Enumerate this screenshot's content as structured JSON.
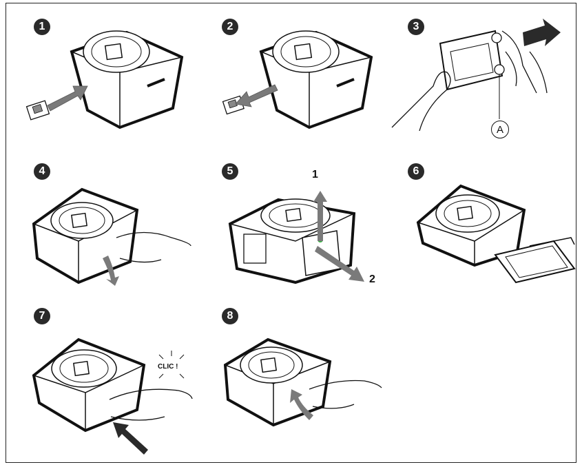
{
  "steps": [
    {
      "number": "1"
    },
    {
      "number": "2"
    },
    {
      "number": "3",
      "callout": "A"
    },
    {
      "number": "4"
    },
    {
      "number": "5",
      "arrow_labels": [
        "1",
        "2"
      ]
    },
    {
      "number": "6"
    },
    {
      "number": "7",
      "sound_text": "CLIC !"
    },
    {
      "number": "8"
    }
  ],
  "colors": {
    "ink": "#111111",
    "arrow_fill": "#7a7a7a",
    "badge": "#2a2a2a",
    "latch_accent": "#3fae49"
  }
}
